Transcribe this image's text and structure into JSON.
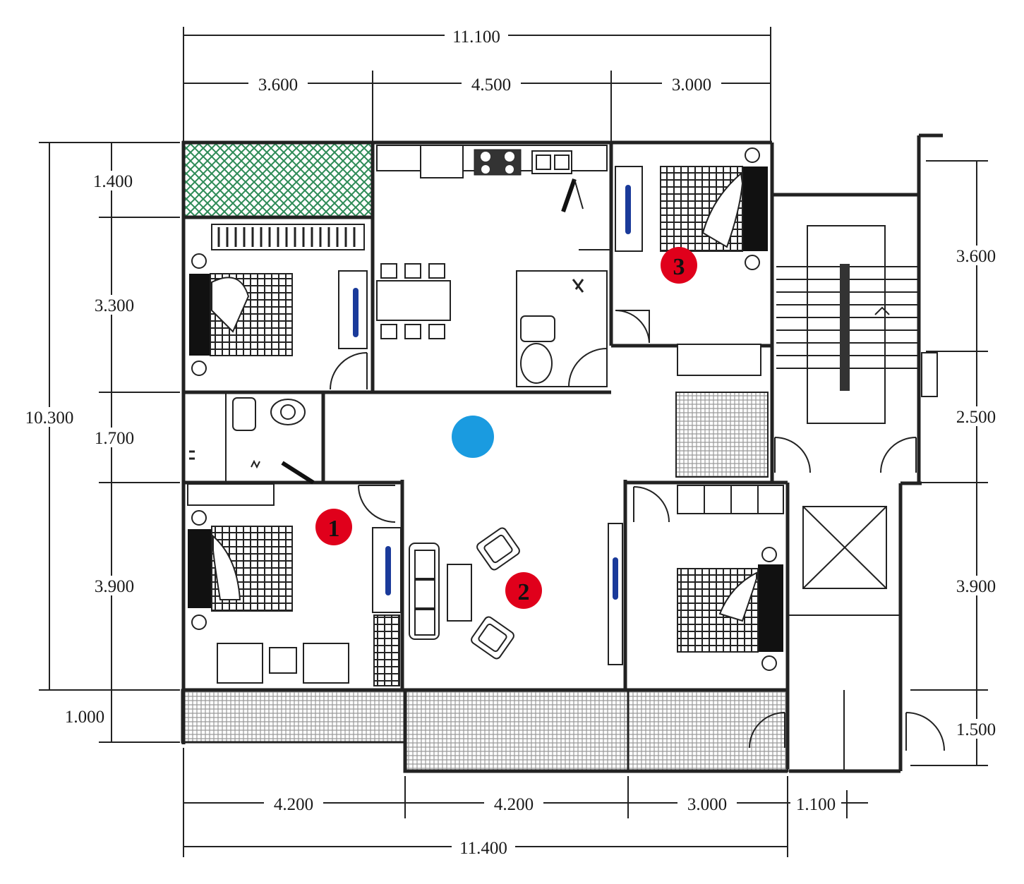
{
  "dimensions": {
    "top_total": "11.100",
    "top_segments": [
      "3.600",
      "4.500",
      "3.000"
    ],
    "left_total": "10.300",
    "left_segments": [
      "1.400",
      "3.300",
      "1.700",
      "3.900",
      "1.000"
    ],
    "right_segments": [
      "3.600",
      "2.500",
      "3.900",
      "1.500"
    ],
    "bottom_segments": [
      "4.200",
      "4.200",
      "3.000",
      "1.100"
    ],
    "bottom_total": "11.400"
  },
  "markers": [
    {
      "label": "1",
      "color": "#e0001b"
    },
    {
      "label": "2",
      "color": "#e0001b"
    },
    {
      "label": "3",
      "color": "#e0001b"
    },
    {
      "label": "",
      "color": "#1a9be0"
    }
  ],
  "colors": {
    "terrace_hatch": "#2e8b57",
    "balcony_hatch": "#888888",
    "wall": "#222222",
    "bedding_mark": "#1a3a9a"
  }
}
